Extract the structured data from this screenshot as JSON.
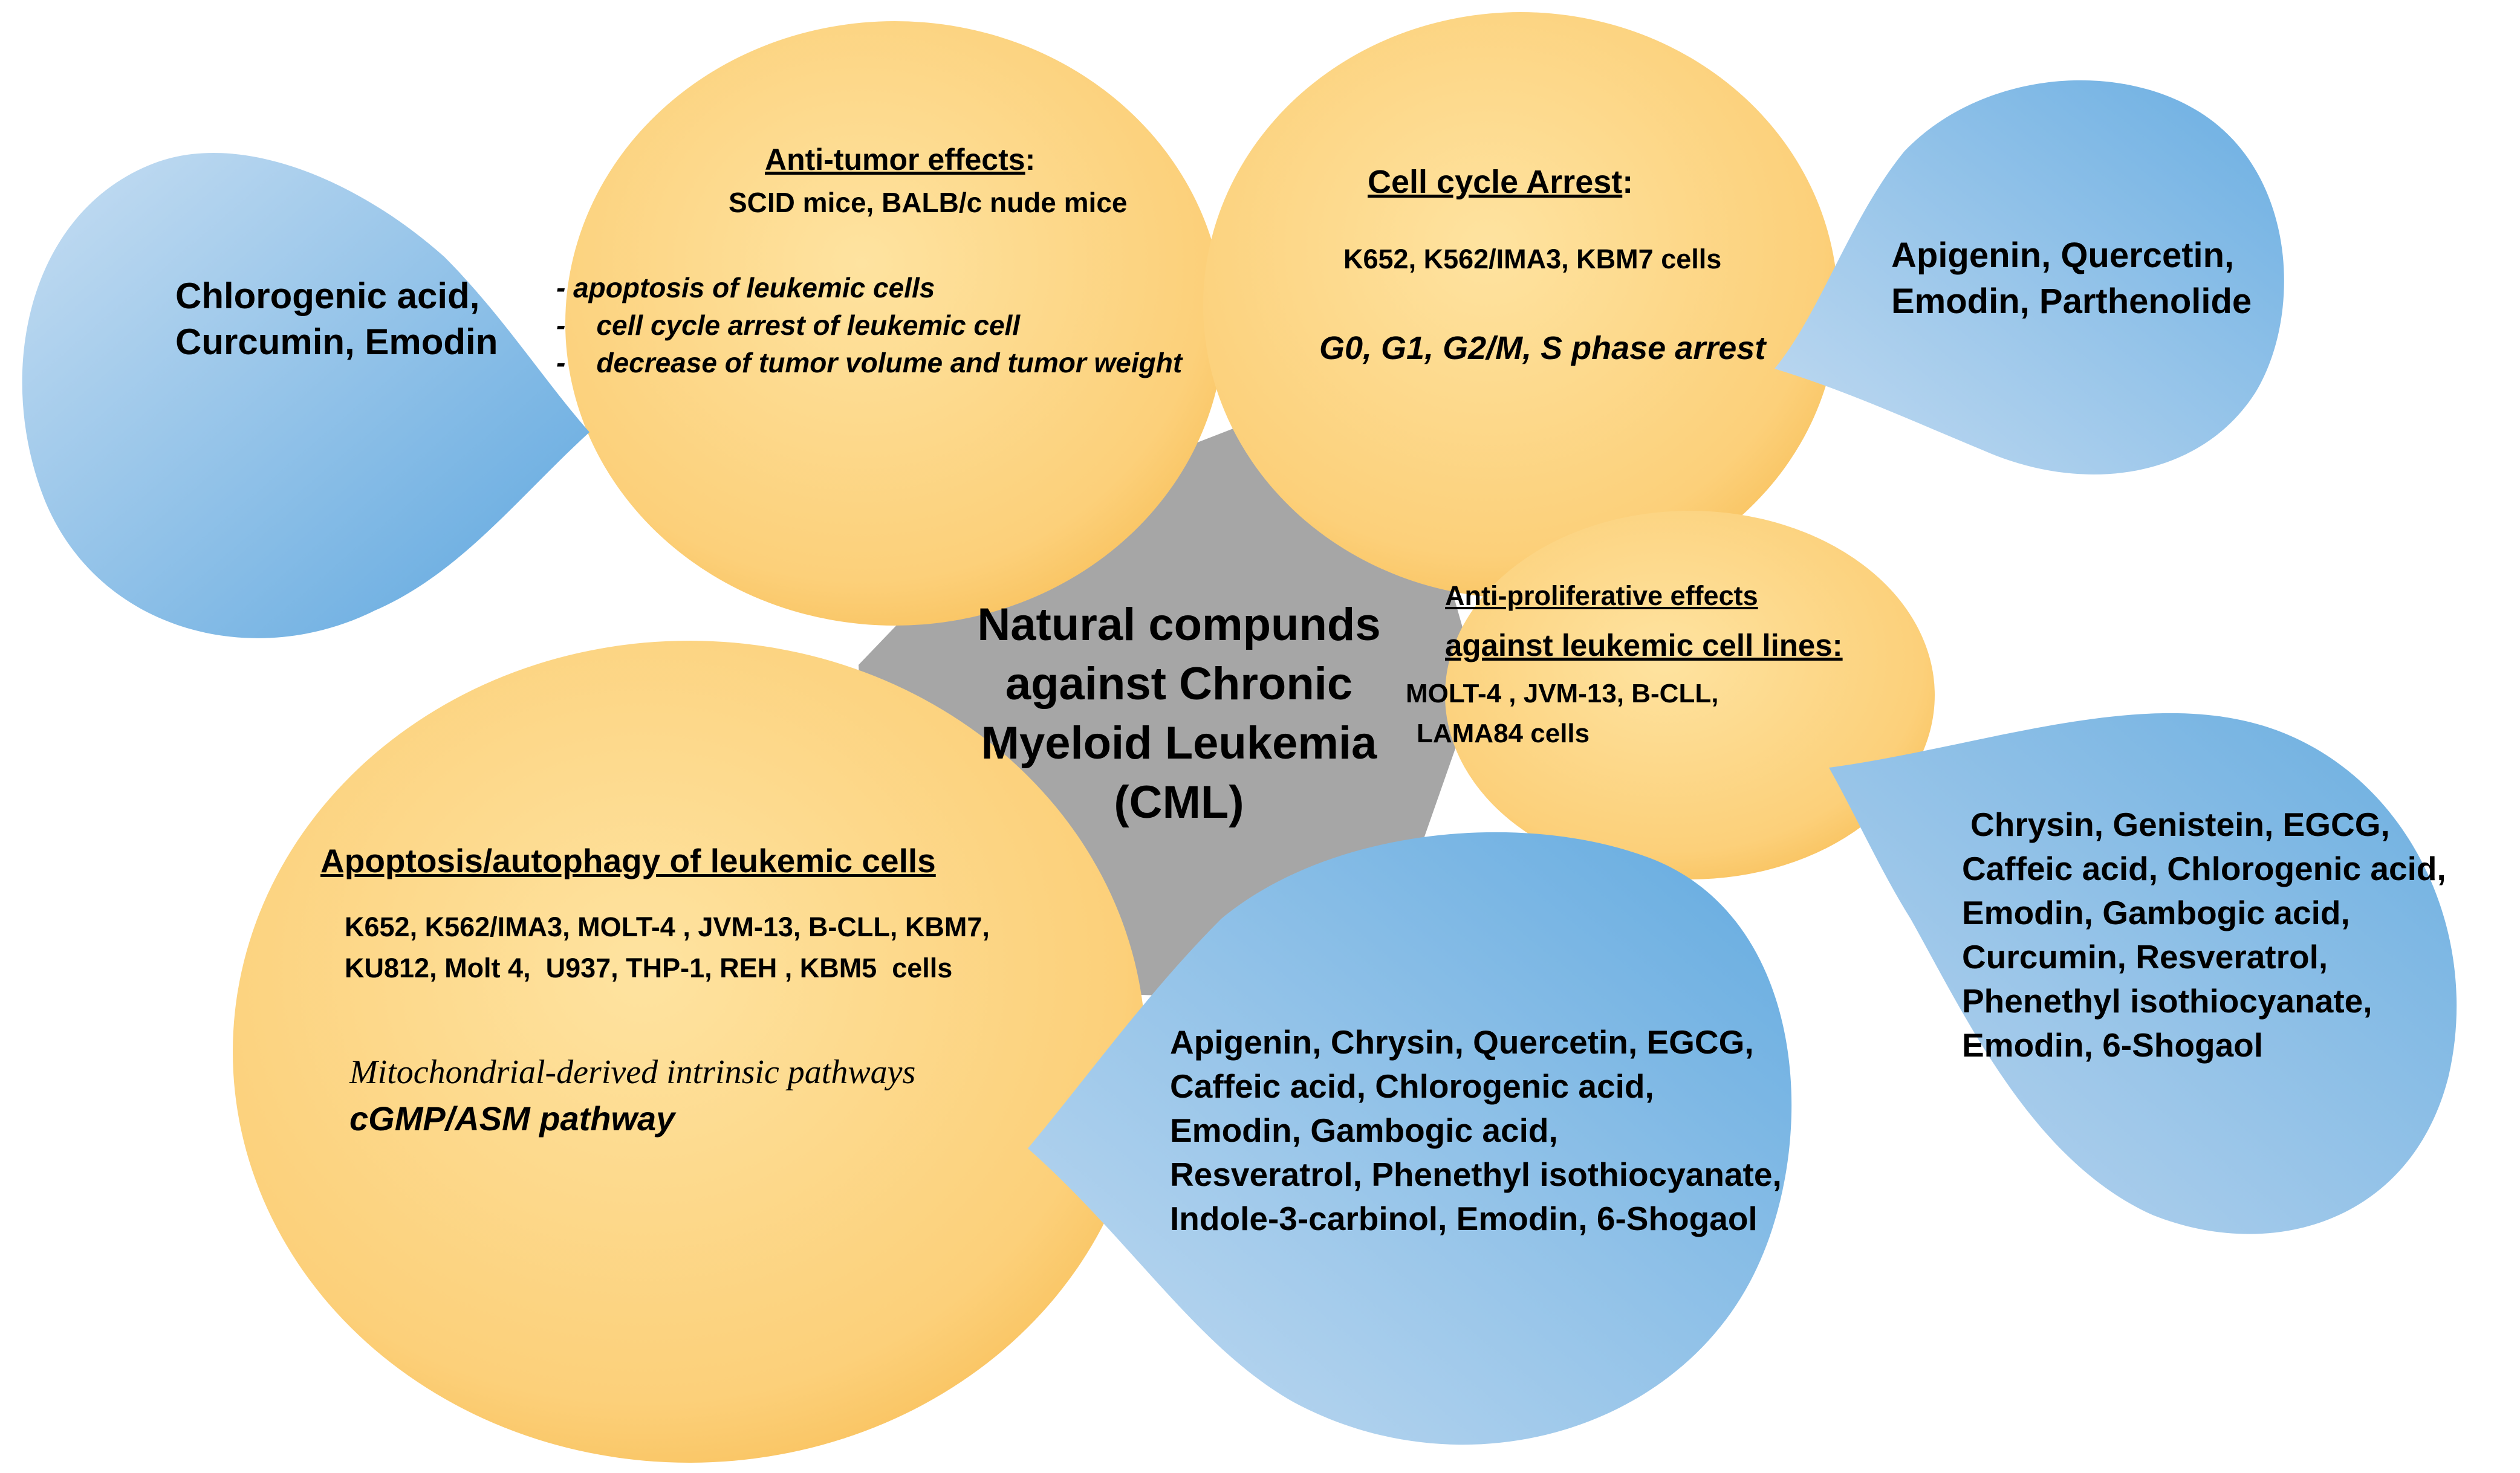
{
  "center": {
    "lines": [
      "Natural compunds",
      "against Chronic",
      "Myeloid Leukemia",
      "(CML)"
    ]
  },
  "antitumor": {
    "heading": "Anti-tumor effects",
    "heading_suffix": ":",
    "models": "SCID mice, BALB/c nude mice",
    "effects": [
      "- apoptosis of leukemic cells",
      "-    cell cycle arrest of leukemic cell",
      "-    decrease of tumor volume and tumor weight"
    ]
  },
  "cellcycle": {
    "heading": "Cell cycle Arrest",
    "heading_suffix": ":",
    "cells": "K652, K562/IMA3, KBM7 cells",
    "phases": "G0, G1, G2/M, S phase arrest"
  },
  "antiprolif": {
    "heading_line1": "Anti-proliferative effects",
    "heading_line2": "against leukemic cell lines:",
    "cells_line1": "MOLT-4 , JVM-13, B-CLL,",
    "cells_line2": "LAMA84 cells"
  },
  "apoptosis": {
    "heading": "Apoptosis/autophagy of leukemic cells",
    "cells_line1": "K652, K562/IMA3, MOLT-4 , JVM-13, B-CLL, KBM7,",
    "cells_line2": "KU812, Molt 4,  U937, THP-1, REH , KBM5  cells",
    "pathway1": "Mitochondrial-derived intrinsic pathways",
    "pathway2": "cGMP/ASM pathway"
  },
  "drop_antitumor": {
    "lines": [
      "Chlorogenic acid,",
      "Curcumin, Emodin"
    ]
  },
  "drop_cellcycle": {
    "lines": [
      "Apigenin, Quercetin,",
      "Emodin, Parthenolide"
    ]
  },
  "drop_antiprolif": {
    "lines": [
      "Chrysin, Genistein, EGCG,",
      "Caffeic acid, Chlorogenic acid,",
      "Emodin, Gambogic acid,",
      "Curcumin, Resveratrol,",
      "Phenethyl isothiocyanate,",
      "Emodin, 6-Shogaol"
    ]
  },
  "drop_apoptosis": {
    "lines": [
      "Apigenin, Chrysin, Quercetin, EGCG,",
      "Caffeic acid, Chlorogenic acid,",
      "Emodin, Gambogic acid,",
      "Resveratrol, Phenethyl isothiocyanate,",
      "Indole-3-carbinol, Emodin, 6-Shogaol"
    ]
  },
  "colors": {
    "center_gray": "#a6a6a6",
    "orange_light": "#fdd98a",
    "orange_dark": "#f7b94a",
    "blue_light": "#bcd6ef",
    "blue_dark": "#6aaee0"
  }
}
